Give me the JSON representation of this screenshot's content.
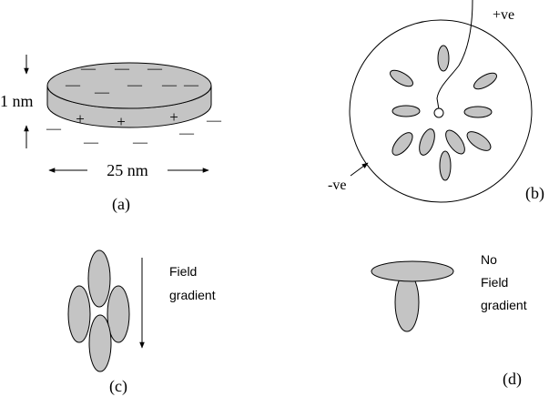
{
  "panel_a": {
    "thickness_label": "1 nm",
    "width_label": "25 nm",
    "panel_label": "(a)",
    "top_charge": "—",
    "bottom_charge_plus": "+",
    "bottom_charge_minus": "—"
  },
  "panel_b": {
    "positive_label": "+ve",
    "negative_label": "-ve",
    "panel_label": "(b)"
  },
  "panel_c": {
    "field_label_line1": "Field",
    "field_label_line2": "gradient",
    "panel_label": "(c)"
  },
  "panel_d": {
    "label_line1": "No",
    "label_line2": "Field",
    "label_line3": "gradient",
    "panel_label": "(d)"
  },
  "colors": {
    "fill": "#c4c4c4",
    "stroke": "#000000"
  }
}
